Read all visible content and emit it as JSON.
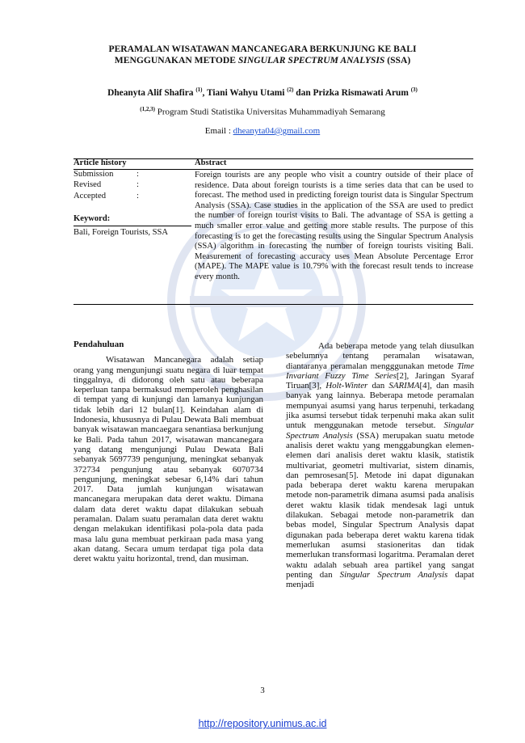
{
  "header": {
    "title_line1": "PERAMALAN WISATAWAN MANCANEGARA BERKUNJUNG KE BALI",
    "title_line2_prefix": "MENGGUNAKAN METODE ",
    "title_line2_italic": "SINGULAR SPECTRUM ANALYSIS",
    "title_line2_suffix": " (SSA)",
    "author1": "Dheanyta Alif Shafira",
    "author1_sup": "(1)",
    "author2": "Tiani Wahyu Utami",
    "author2_sup": "(2)",
    "author_joiner": " dan ",
    "author3": "Prizka Rismawati Arum",
    "author3_sup": "(3)",
    "affil_sup": "(1,2,3)",
    "affiliation": "Program Studi Statistika Universitas Muhammadiyah Semarang",
    "email_label": "Email : ",
    "email": "dheanyta04@gmail.com"
  },
  "article_info": {
    "history_header": "Article history",
    "history": [
      {
        "label": "Submission",
        "colon": ":"
      },
      {
        "label": "Revised",
        "colon": ":"
      },
      {
        "label": "Accepted",
        "colon": ":"
      }
    ],
    "keyword_header": "Keyword:",
    "keywords": "Bali, Foreign Tourists, SSA",
    "abstract_header": "Abstract",
    "abstract": "Foreign tourists are any people who visit a country outside of their place of residence. Data about foreign tourists is a time series data that can be used to forecast. The method used in predicting foreign tourist data is Singular Spectrum Analysis (SSA). Case studies in the application of the SSA are used to predict the number of foreign tourist visits to Bali. The advantage of SSA is getting a much smaller error value and getting more stable results. The purpose of this forecasting is to get the forecasting results using the Singular Spectrum Analysis (SSA) algorithm in forecasting the number of foreign tourists visiting Bali. Measurement of forecasting accuracy uses Mean Absolute Percentage Error (MAPE). The MAPE value is 10.79% with the forecast result tends to increase every month."
  },
  "body": {
    "section_heading": "Pendahuluan",
    "col1_paragraph": "Wisatawan Mancanegara adalah setiap orang yang mengunjungi suatu negara di luar tempat tinggalnya, di didorong oleh satu atau beberapa keperluan tanpa bermaksud memperoleh penghasilan di tempat yang di kunjungi dan lamanya kunjungan tidak lebih dari 12 bulan[1]. Keindahan alam di Indonesia, khususnya di Pulau Dewata Bali membuat banyak wisatawan mancaegara senantiasa berkunjung ke Bali. Pada tahun 2017, wisatawan mancanegara yang datang mengunjungi Pulau Dewata Bali sebanyak 5697739 pengunjung, meningkat sebanyak 372734 pengunjung atau sebanyak 6070734 pengunjung, meningkat sebesar 6,14% dari tahun 2017. Data jumlah kunjungan wisatawan mancanegara merupakan data deret waktu. Dimana dalam data deret waktu dapat dilakukan sebuah peramalan. Dalam suatu peramalan data deret waktu dengan melakukan identifikasi pola-pola data pada masa lalu guna membuat perkiraan pada masa yang akan datang. Secara umum terdapat tiga pola data deret waktu yaitu horizontal, trend, dan musiman.",
    "col2": {
      "t1": "Ada beberapa metode yang telah diusulkan sebelumnya tentang peramalan wisatawan, diantaranya peramalan mengggunakan metode ",
      "i1": "Time Invariant Fuzzy Time Series",
      "t2": "[2], Jaringan Syaraf Tiruan[3], ",
      "i2": "Holt-Winter",
      "t3": " dan ",
      "i3": "SARIMA",
      "t4": "[4], dan masih banyak yang lainnya. Beberapa metode peramalan mempunyai asumsi yang harus terpenuhi, terkadang jika asumsi tersebut tidak terpenuhi maka akan sulit untuk menggunakan metode tersebut. ",
      "i4": "Singular Spectrum Analysis",
      "t5": " (SSA) merupakan suatu metode analisis deret waktu yang menggabungkan elemen-elemen dari analisis deret waktu klasik, statistik multivariat, geometri multivariat, sistem dinamis, dan pemrosesan[5]. Metode ini dapat digunakan pada beberapa deret waktu karena merupakan metode non-parametrik dimana asumsi pada analisis deret waktu klasik tidak mendesak lagi untuk dilakukan. Sebagai metode non-parametrik dan bebas model, Singular Spectrum Analysis dapat digunakan pada beberapa deret waktu karena tidak memerlukan asumsi stasioneritas dan tidak memerlukan transformasi logaritma. Peramalan deret waktu adalah sebuah area partikel yang sangat penting dan ",
      "i5": "Singular Spectrum Analysis",
      "t6": " dapat menjadi"
    }
  },
  "footer": {
    "page_number": "3",
    "repository_url": "http://repository.unimus.ac.id"
  },
  "watermark": {
    "colors": {
      "ring": "#1b3f9c",
      "fill": "#2a63c9"
    },
    "icon": "university-seal-watermark"
  }
}
